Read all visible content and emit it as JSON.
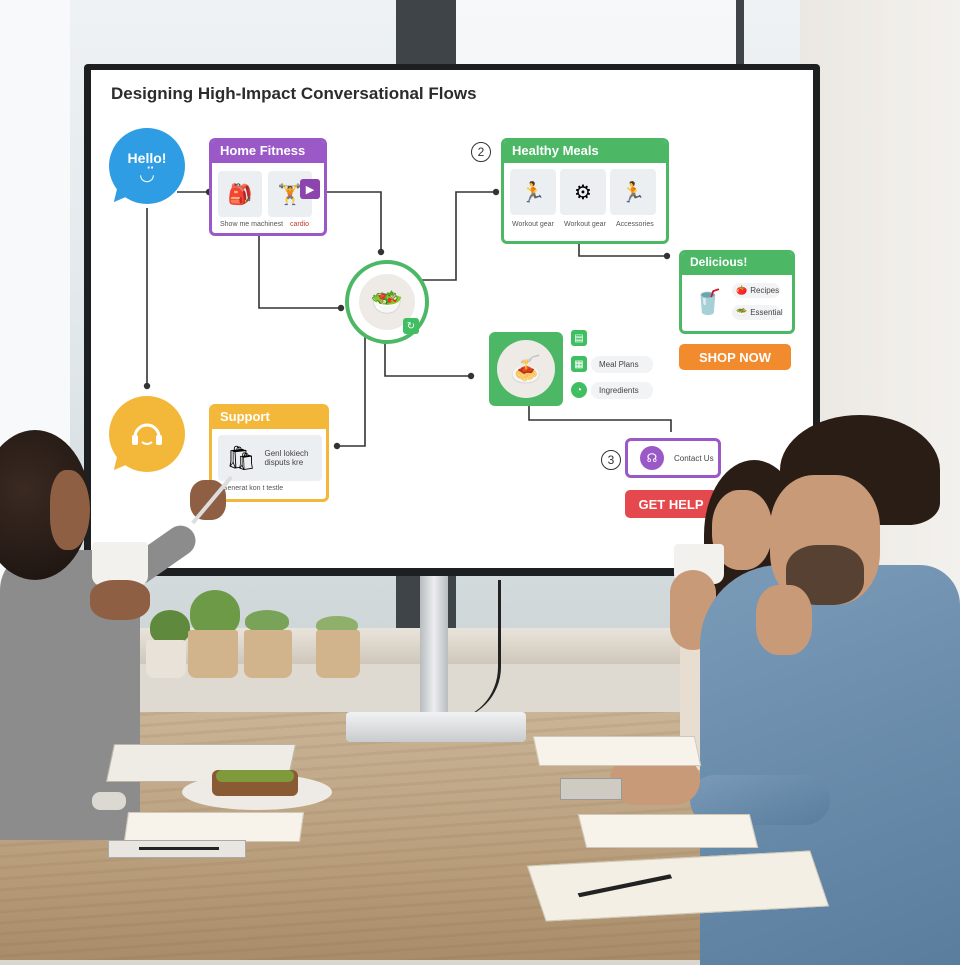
{
  "slide": {
    "title": "Designing High-Impact Conversational Flows",
    "hello_bubble": {
      "label": "Hello!",
      "color": "#2f9de4"
    },
    "support_bubble": {
      "color": "#f3b83a"
    },
    "home_fitness": {
      "title": "Home Fitness",
      "color": "#9b59c7",
      "caption_left": "Show me machinest",
      "caption_right": "cardio"
    },
    "healthy_meals": {
      "number": "2",
      "title": "Healthy Meals",
      "color": "#4cb866",
      "captions": [
        "Workout gear",
        "Workout gear",
        "Accessories"
      ]
    },
    "delicious": {
      "title": "Delicious!",
      "color": "#4cb866",
      "items": [
        "Recipes",
        "Essential"
      ],
      "shop_button": "SHOP NOW",
      "shop_color": "#f28a2e"
    },
    "meal_options": {
      "items": [
        "Meal Plans",
        "Ingredients"
      ],
      "color": "#4cb866"
    },
    "support": {
      "title": "Support",
      "color": "#f3b83a",
      "text": "Genl lokiech disputs kre",
      "footer": "Generat kon t testle"
    },
    "contact": {
      "number": "3",
      "label": "Contact Us",
      "color": "#9b59c7",
      "help_button": "GET HELP",
      "help_color": "#e5484d"
    }
  }
}
